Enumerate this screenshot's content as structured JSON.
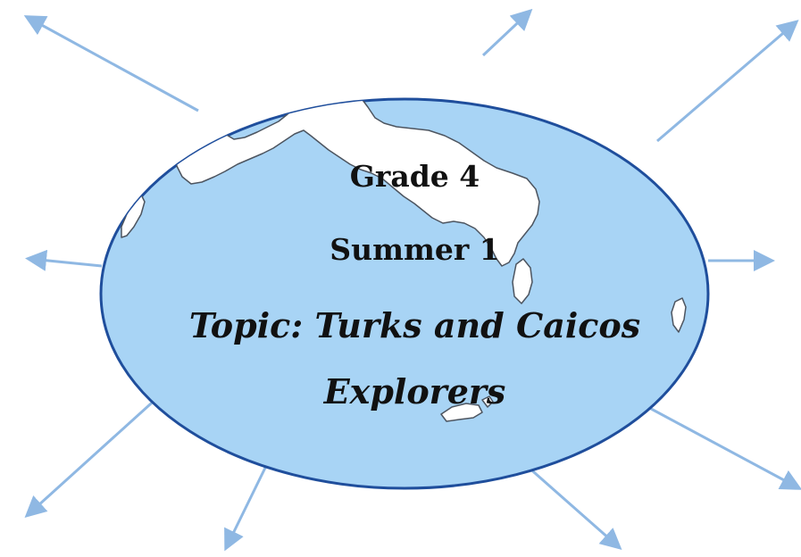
{
  "title_lines": {
    "grade": "Grade 4",
    "term": "Summer 1",
    "topic_line1": "Topic: Turks and Caicos",
    "topic_line2": "Explorers"
  },
  "colors": {
    "ellipse_fill": "#a8d4f5",
    "ellipse_stroke": "#1f4e9c",
    "arrow": "#8fb8e3",
    "land": "#ffffff",
    "land_outline": "#4d5560"
  },
  "arrows": [
    "upper-left",
    "top",
    "upper-right",
    "left",
    "right",
    "lower-left",
    "bottom-left",
    "bottom-right",
    "lower-right"
  ]
}
